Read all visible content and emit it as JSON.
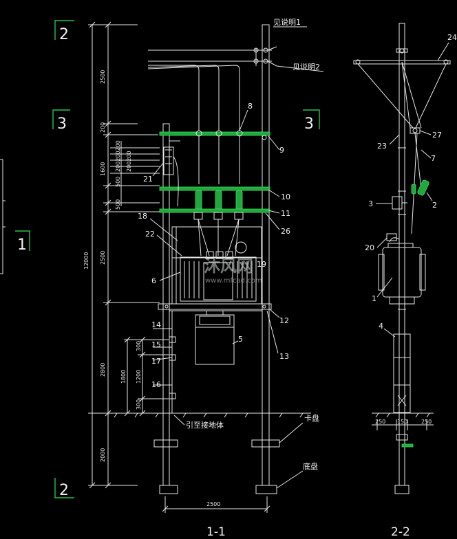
{
  "section_marks": {
    "two_top": "2",
    "three_left": "3",
    "three_right": "3",
    "one_left": "1",
    "two_bottom": "2"
  },
  "titles": {
    "view_1": "1-1",
    "view_2": "2-2"
  },
  "notes": {
    "note_1": "见说明1",
    "note_2": "见说明2",
    "ground": "引至接地体",
    "card_plate": "卡盘",
    "base_plate": "底盘"
  },
  "dimensions": {
    "total_height": "12000",
    "upper": "2500",
    "d200": "200",
    "d1600": "1600",
    "d500a": "500",
    "d500b": "500",
    "d200_200_200": "200200200",
    "d200_200": "200200",
    "mid": "2500",
    "lower": "2800",
    "buried": "2000",
    "h1800": "1800",
    "h1200": "1200",
    "h300a": "300",
    "h300b": "300",
    "width": "2500",
    "side_left": "250",
    "side_mid": "150",
    "side_right": "250"
  },
  "callouts_front": [
    "8",
    "9",
    "10",
    "11",
    "26",
    "21",
    "18",
    "22",
    "6",
    "19",
    "12",
    "13",
    "14",
    "15",
    "17",
    "5",
    "16"
  ],
  "callouts_side": [
    "24",
    "27",
    "23",
    "7",
    "3",
    "2",
    "20",
    "1",
    "4"
  ],
  "watermark": {
    "brand": "沐风网",
    "url": "www.mfcad.com"
  },
  "colors": {
    "background": "#000000",
    "line": "#e8e8e8",
    "section_mark": "#22c84a",
    "insulator": "#1fa83c"
  }
}
